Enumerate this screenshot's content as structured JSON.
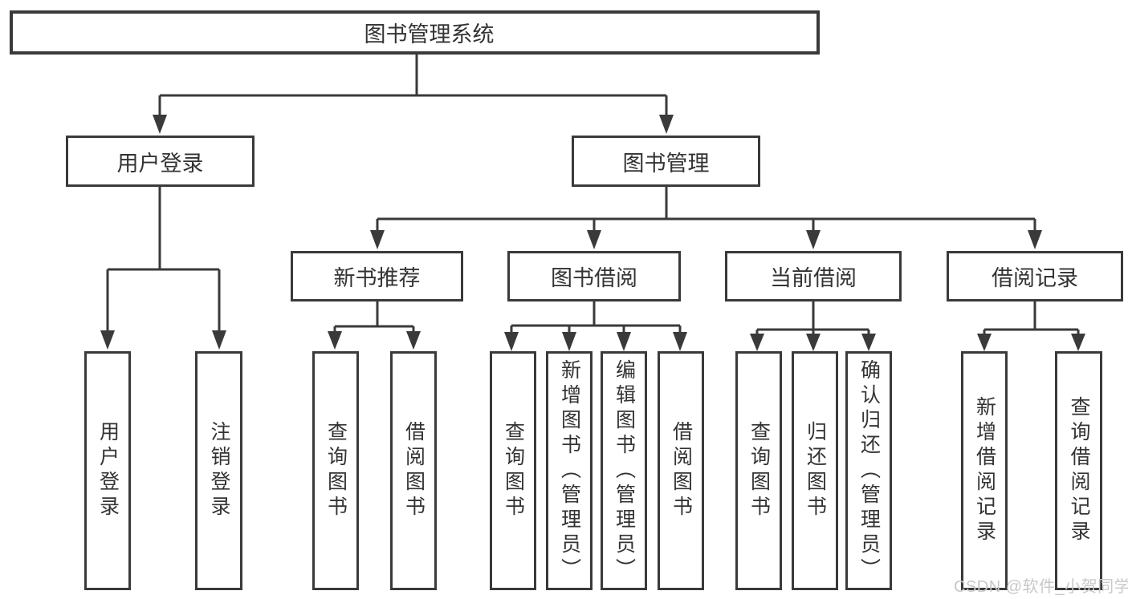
{
  "diagram_type": "hierarchy-tree",
  "colors": {
    "line": "#3a3a3a",
    "border": "#3a3a3a",
    "text": "#333333",
    "background": "#ffffff",
    "watermark": "#c8c8ca"
  },
  "root": {
    "label": "图书管理系统"
  },
  "level2": [
    {
      "label": "用户登录"
    },
    {
      "label": "图书管理"
    }
  ],
  "level3": [
    {
      "label": "新书推荐",
      "parent": "图书管理"
    },
    {
      "label": "图书借阅",
      "parent": "图书管理"
    },
    {
      "label": "当前借阅",
      "parent": "图书管理"
    },
    {
      "label": "借阅记录",
      "parent": "图书管理"
    }
  ],
  "leaves": [
    {
      "label": "用户登录",
      "parent": "用户登录"
    },
    {
      "label": "注销登录",
      "parent": "用户登录"
    },
    {
      "label": "查询图书",
      "parent": "新书推荐"
    },
    {
      "label": "借阅图书",
      "parent": "新书推荐"
    },
    {
      "label": "查询图书",
      "parent": "图书借阅"
    },
    {
      "label": "新增图书（管理员）",
      "parent": "图书借阅"
    },
    {
      "label": "编辑图书（管理员）",
      "parent": "图书借阅"
    },
    {
      "label": "借阅图书",
      "parent": "图书借阅"
    },
    {
      "label": "查询图书",
      "parent": "当前借阅"
    },
    {
      "label": "归还图书",
      "parent": "当前借阅"
    },
    {
      "label": "确认归还（管理员）",
      "parent": "当前借阅"
    },
    {
      "label": "新增借阅记录",
      "parent": "借阅记录"
    },
    {
      "label": "查询借阅记录",
      "parent": "借阅记录"
    }
  ],
  "watermark": "CSDN @软件_小贺同学"
}
